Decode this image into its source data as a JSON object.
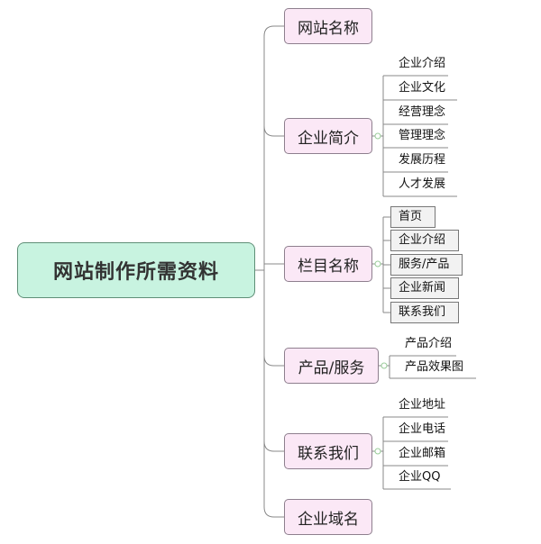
{
  "root": {
    "label": "网站制作所需资料"
  },
  "topics": [
    {
      "label": "网站名称",
      "children": []
    },
    {
      "label": "企业简介",
      "children": [
        "企业介绍",
        "企业文化",
        "经营理念",
        "管理理念",
        "发展历程",
        "人才发展"
      ]
    },
    {
      "label": "栏目名称",
      "children": [
        "首页",
        "企业介绍",
        "服务/产品",
        "企业新闻",
        "联系我们"
      ]
    },
    {
      "label": "产品/服务",
      "children": [
        "产品介绍",
        "产品效果图"
      ]
    },
    {
      "label": "联系我们",
      "children": [
        "企业地址",
        "企业电话",
        "企业邮箱",
        "企业QQ"
      ]
    },
    {
      "label": "企业域名",
      "children": []
    }
  ],
  "colors": {
    "root_fill": "#c8f3e0",
    "topic_fill": "#fbe8f6",
    "boxed_leaf_fill": "#f2f2f2",
    "connector": "#888888"
  }
}
